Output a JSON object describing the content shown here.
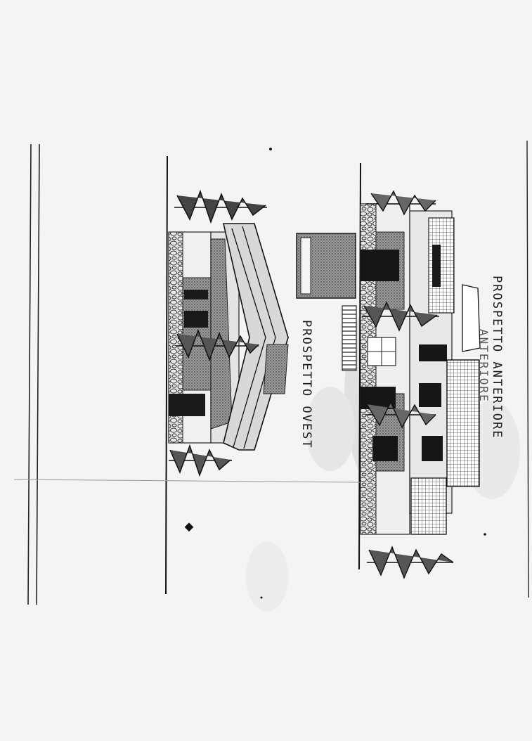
{
  "drawing": {
    "labels": {
      "front_elevation": "PROSPETTO ANTERIORE",
      "west_elevation": "PROSPETTO OVEST",
      "bleed_through": "ANTERIORE"
    }
  }
}
